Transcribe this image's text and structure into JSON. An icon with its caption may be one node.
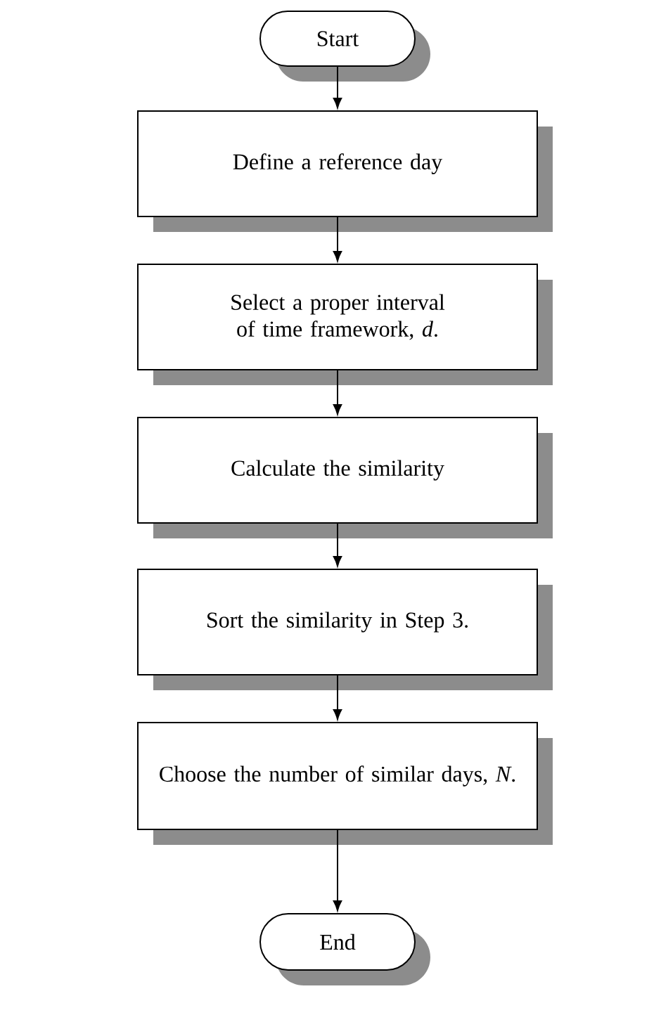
{
  "diagram": {
    "nodes": [
      {
        "text": [
          "Start"
        ]
      },
      {
        "text": [
          "Define a reference day"
        ]
      },
      {
        "text": [
          "Select a proper interval of time framework, *d*."
        ]
      },
      {
        "text": [
          "Calculate the similarity"
        ]
      },
      {
        "text": [
          "Sort the similarity in Step 3."
        ]
      },
      {
        "text": [
          "Choose the number of similar days, *N*."
        ]
      },
      {
        "text": [
          "End"
        ]
      }
    ],
    "edges": [
      {
        "from": 0,
        "to": 1,
        "arrow": "to"
      },
      {
        "from": 1,
        "to": 2,
        "arrow": "to"
      },
      {
        "from": 2,
        "to": 3,
        "arrow": "to"
      },
      {
        "from": 3,
        "to": 4,
        "arrow": "to"
      },
      {
        "from": 4,
        "to": 5,
        "arrow": "to"
      },
      {
        "from": 5,
        "to": 6,
        "arrow": "to"
      }
    ]
  }
}
